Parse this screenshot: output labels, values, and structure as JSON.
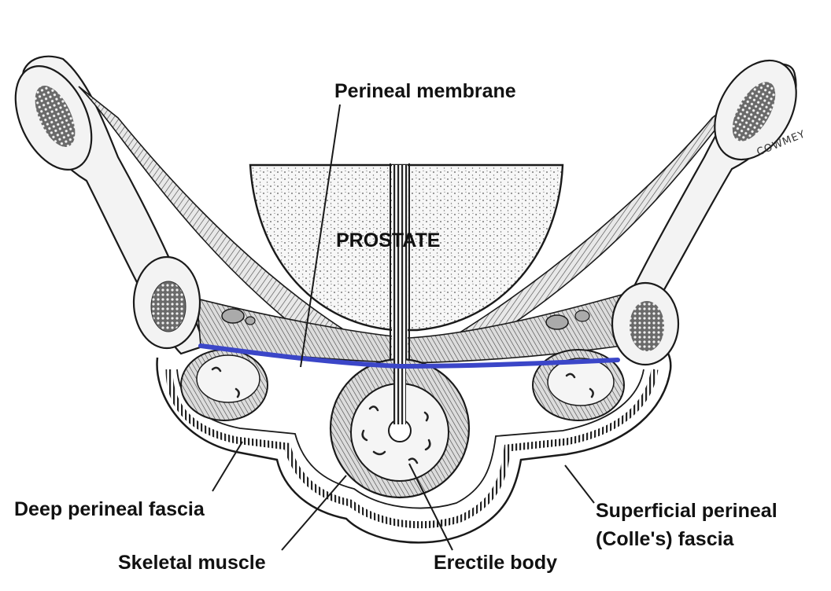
{
  "labels": {
    "perineal_membrane": "Perineal membrane",
    "prostate": "PROSTATE",
    "deep_perineal_fascia": "Deep perineal fascia",
    "skeletal_muscle": "Skeletal muscle",
    "erectile_body": "Erectile body",
    "superficial_line1": "Superficial perineal",
    "superficial_line2": "(Colle's) fascia"
  },
  "signature": "COWMEY",
  "colors": {
    "membrane": "#3b46c8",
    "ink": "#1a1a1a",
    "muscle_fill": "#cfcfcf",
    "bone_fill": "#555555"
  }
}
